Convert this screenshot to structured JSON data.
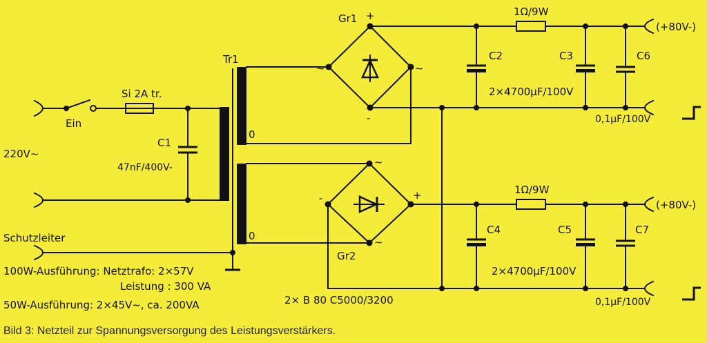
{
  "caption": "Bild 3: Netzteil zur Spannungsversorgung des Leistungsverstärkers.",
  "mains": {
    "switch": "Ein",
    "fuse": "Si 2A tr.",
    "voltage": "220V~",
    "protective_earth": "Schutzleiter"
  },
  "capacitor_c1": {
    "name": "C1",
    "value": "47nF/400V-"
  },
  "transformer": {
    "name": "Tr1",
    "tap_top": "0",
    "tap_bottom": "0"
  },
  "rectifier_top": {
    "name": "Gr1",
    "plus": "+",
    "minus": "-",
    "ac_left": "~",
    "ac_right": "~"
  },
  "rectifier_bottom": {
    "name": "Gr2",
    "plus": "+",
    "minus": "-",
    "ac_top": "~",
    "ac_bottom": "~"
  },
  "rectifier_type": "2× B 80 C5000/3200",
  "upper_branch": {
    "resistor": "1Ω/9W",
    "c2": "C2",
    "c3": "C3",
    "c6": "C6",
    "elko_value": "2×4700µF/100V",
    "film_value": "0,1µF/100V",
    "output": "(+80V-)"
  },
  "lower_branch": {
    "resistor": "1Ω/9W",
    "c4": "C4",
    "c5": "C5",
    "c7": "C7",
    "elko_value": "2×4700µF/100V",
    "film_value": "0,1µF/100V",
    "output": "(+80V-)"
  },
  "notes": {
    "v100": "100W-Ausführung: Netztrafo: 2×57V",
    "v100_power": "Leistung : 300 VA",
    "v50": "50W-Ausführung: 2×45V~, ca. 200VA"
  }
}
